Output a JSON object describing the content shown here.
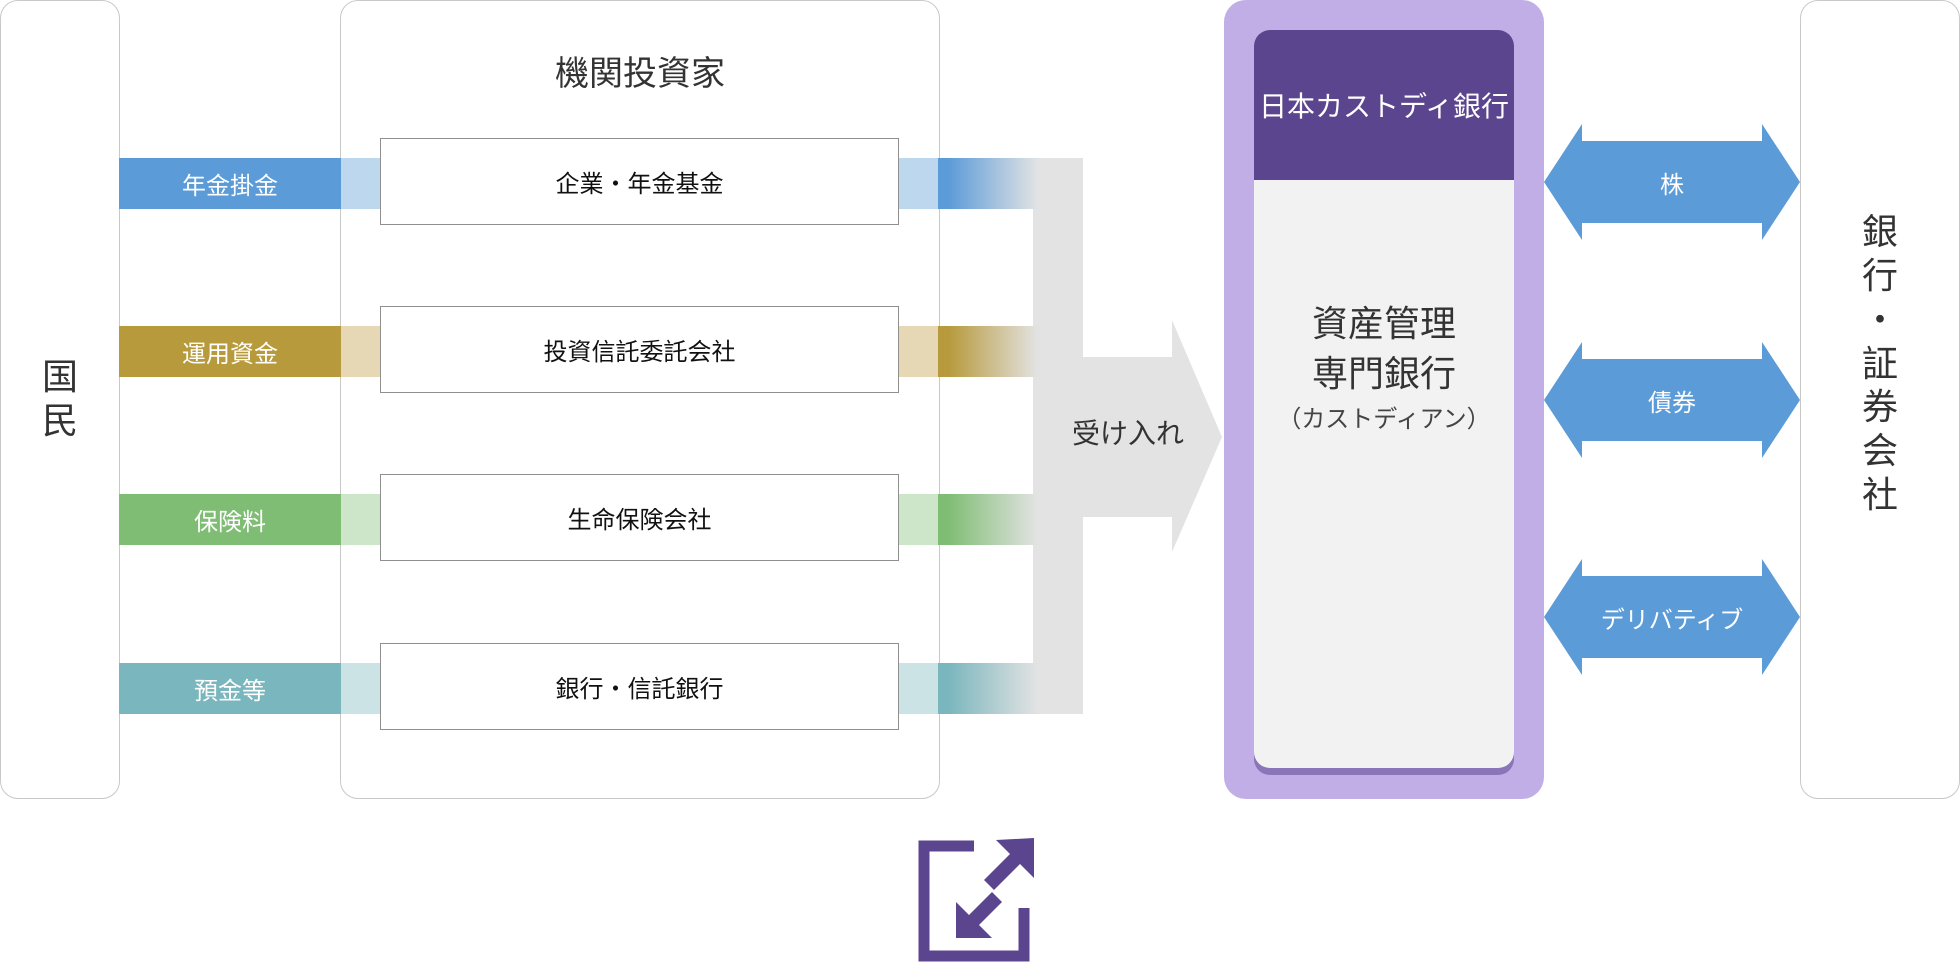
{
  "left_panel": {
    "chars": [
      "国",
      "民"
    ]
  },
  "investor_panel": {
    "title": "機関投資家"
  },
  "flows": [
    {
      "label": "年金掛金",
      "institution": "企業・年金基金",
      "color": "#5b9bd8",
      "light": "#bcd7ee"
    },
    {
      "label": "運用資金",
      "institution": "投資信託委託会社",
      "color": "#b79a3c",
      "light": "#e6d8b4"
    },
    {
      "label": "保険料",
      "institution": "生命保険会社",
      "color": "#7fbd74",
      "light": "#cde5c8"
    },
    {
      "label": "預金等",
      "institution": "銀行・信託銀行",
      "color": "#7ab6bd",
      "light": "#cbe3e5"
    }
  ],
  "center": {
    "accept_label": "受け入れ"
  },
  "custodian": {
    "header": "日本カストディ銀行",
    "line1": "資産管理",
    "line2": "専門銀行",
    "line3": "（カストディアン）",
    "frame_color": "#c2aee6",
    "header_color": "#5c458f"
  },
  "assets": [
    {
      "label": "株"
    },
    {
      "label": "債券"
    },
    {
      "label": "デリバティブ"
    }
  ],
  "right_panel": {
    "chars": [
      "銀",
      "行",
      "・",
      "証",
      "券",
      "会",
      "社"
    ]
  },
  "colors": {
    "arrow_blue": "#5b9bd8",
    "accent": "#5c458f",
    "flow_gray": "#e3e3e3"
  },
  "icons": {
    "expand": "expand-icon"
  }
}
